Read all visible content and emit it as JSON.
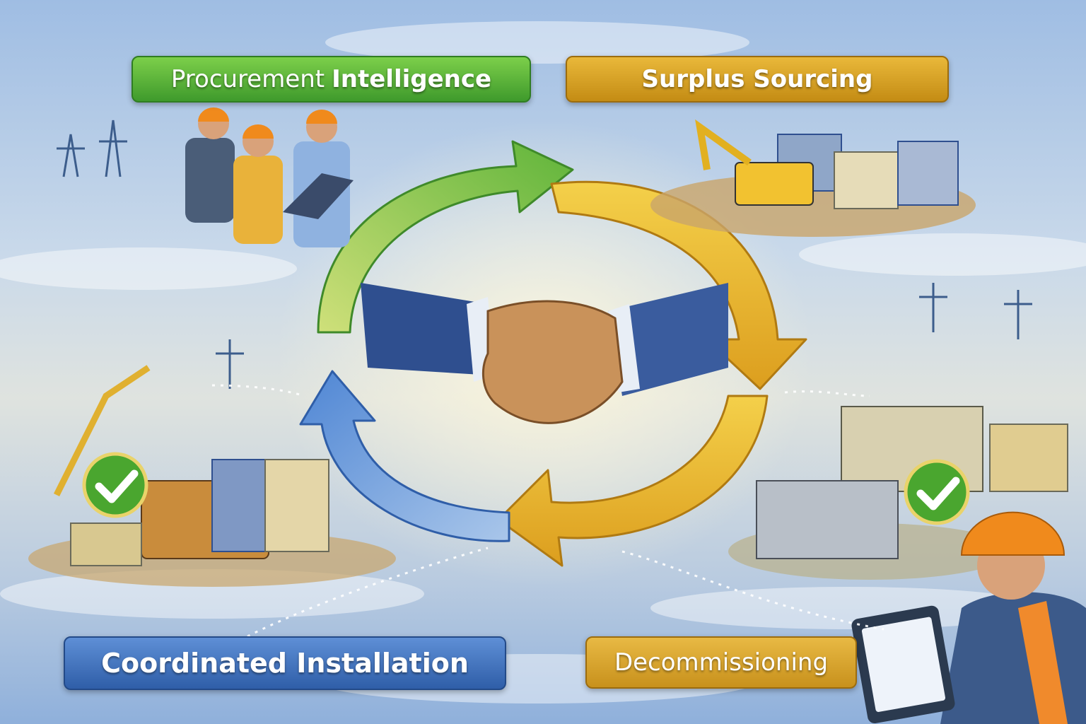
{
  "diagram": {
    "type": "cycle",
    "stages": [
      {
        "label_part1": "Procurement",
        "label_part2": "Intelligence",
        "color": "#5db33a"
      },
      {
        "label": "Surplus Sourcing",
        "color": "#d9a22a"
      },
      {
        "label": "Decommissioning",
        "color": "#d9a22a"
      },
      {
        "label": "Coordinated Installation",
        "color": "#3f6fbf"
      }
    ],
    "center_icon": "handshake-icon",
    "status_icons": [
      "check-icon",
      "check-icon"
    ]
  }
}
